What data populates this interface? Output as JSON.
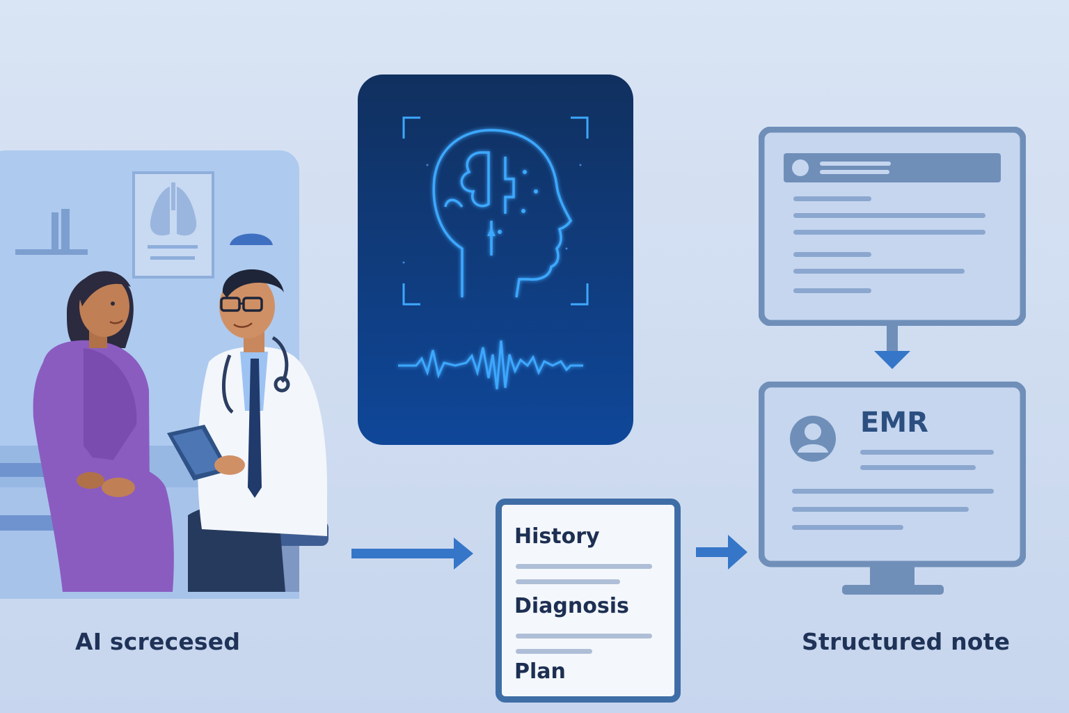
{
  "captions": {
    "left": "AI screcesed",
    "right": "Structured note"
  },
  "note_card": {
    "sections": [
      "History",
      "Diagnosis",
      "Plan"
    ]
  },
  "emr": {
    "title": "EMR"
  },
  "colors": {
    "background": "#d3dff2",
    "arrow": "#3576c8",
    "ai_panel": "#0f3a7e",
    "ai_glow": "#3ea8ff",
    "monitor_frame": "#6f8fb9",
    "note_border": "#3f6ea6",
    "sari": "#8a5cc0",
    "coat": "#f3f6fb"
  }
}
